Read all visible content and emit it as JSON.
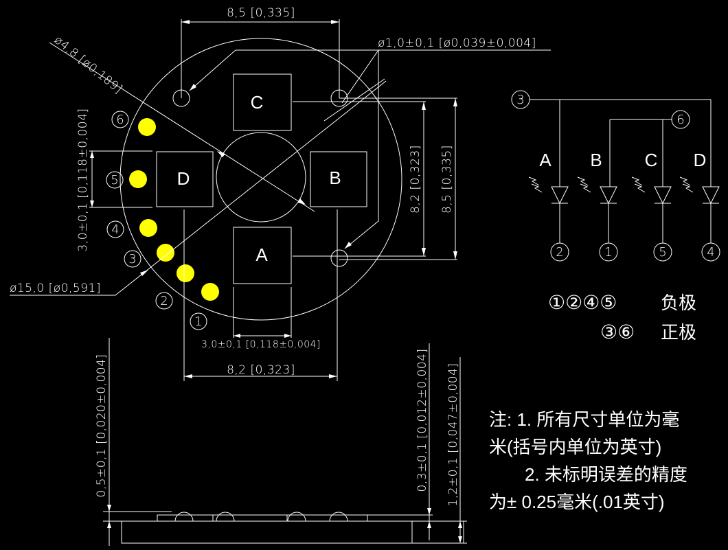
{
  "colors": {
    "background": "#000000",
    "lines": "#ffffff",
    "led_dots": "#ffff00"
  },
  "top_view": {
    "pads": {
      "a": "A",
      "b": "B",
      "c": "C",
      "d": "D"
    },
    "pin_numbers": {
      "p1": "1",
      "p2": "2",
      "p3": "3",
      "p4": "4",
      "p5": "5",
      "p6": "6"
    },
    "dims": {
      "top_width": "8,5 [0,335]",
      "bottom_width": "8,2 [0,323]",
      "pad_width": "3,0±0,1 [0,118±0,004]",
      "pad_height": "3,0±0,1 [0,118±0,004]",
      "right_inner": "8,2 [0,323]",
      "right_outer": "8,5 [0,335]",
      "center_dia": "ø4,8 [ø0,189]",
      "hole_dia": "ø1,0±0,1 [ø0,039±0,004]",
      "outer_dia": "ø15,0 [ø0,591]"
    }
  },
  "side_view": {
    "dims": {
      "left": "0,5±0,1 [0,020±0,004]",
      "right_inner": "0,3±0,1 [0,012±0,004]",
      "right_outer": "1,2±0,1 [0,047±0,004]"
    }
  },
  "schematic": {
    "leds": [
      "A",
      "B",
      "C",
      "D"
    ],
    "anode_pins": [
      "3",
      "6"
    ],
    "cathode_pins": [
      "2",
      "1",
      "5",
      "4"
    ]
  },
  "legend": {
    "negative_pins": "①②④⑤",
    "negative_label": "负极",
    "positive_pins": "③⑥",
    "positive_label": "正极"
  },
  "notes": {
    "line1": "注: 1. 所有尺寸单位为毫",
    "line2": "米(括号内单位为英寸)",
    "line3": "2. 未标明误差的精度",
    "line4": "为± 0.25毫米(.01英寸)"
  }
}
